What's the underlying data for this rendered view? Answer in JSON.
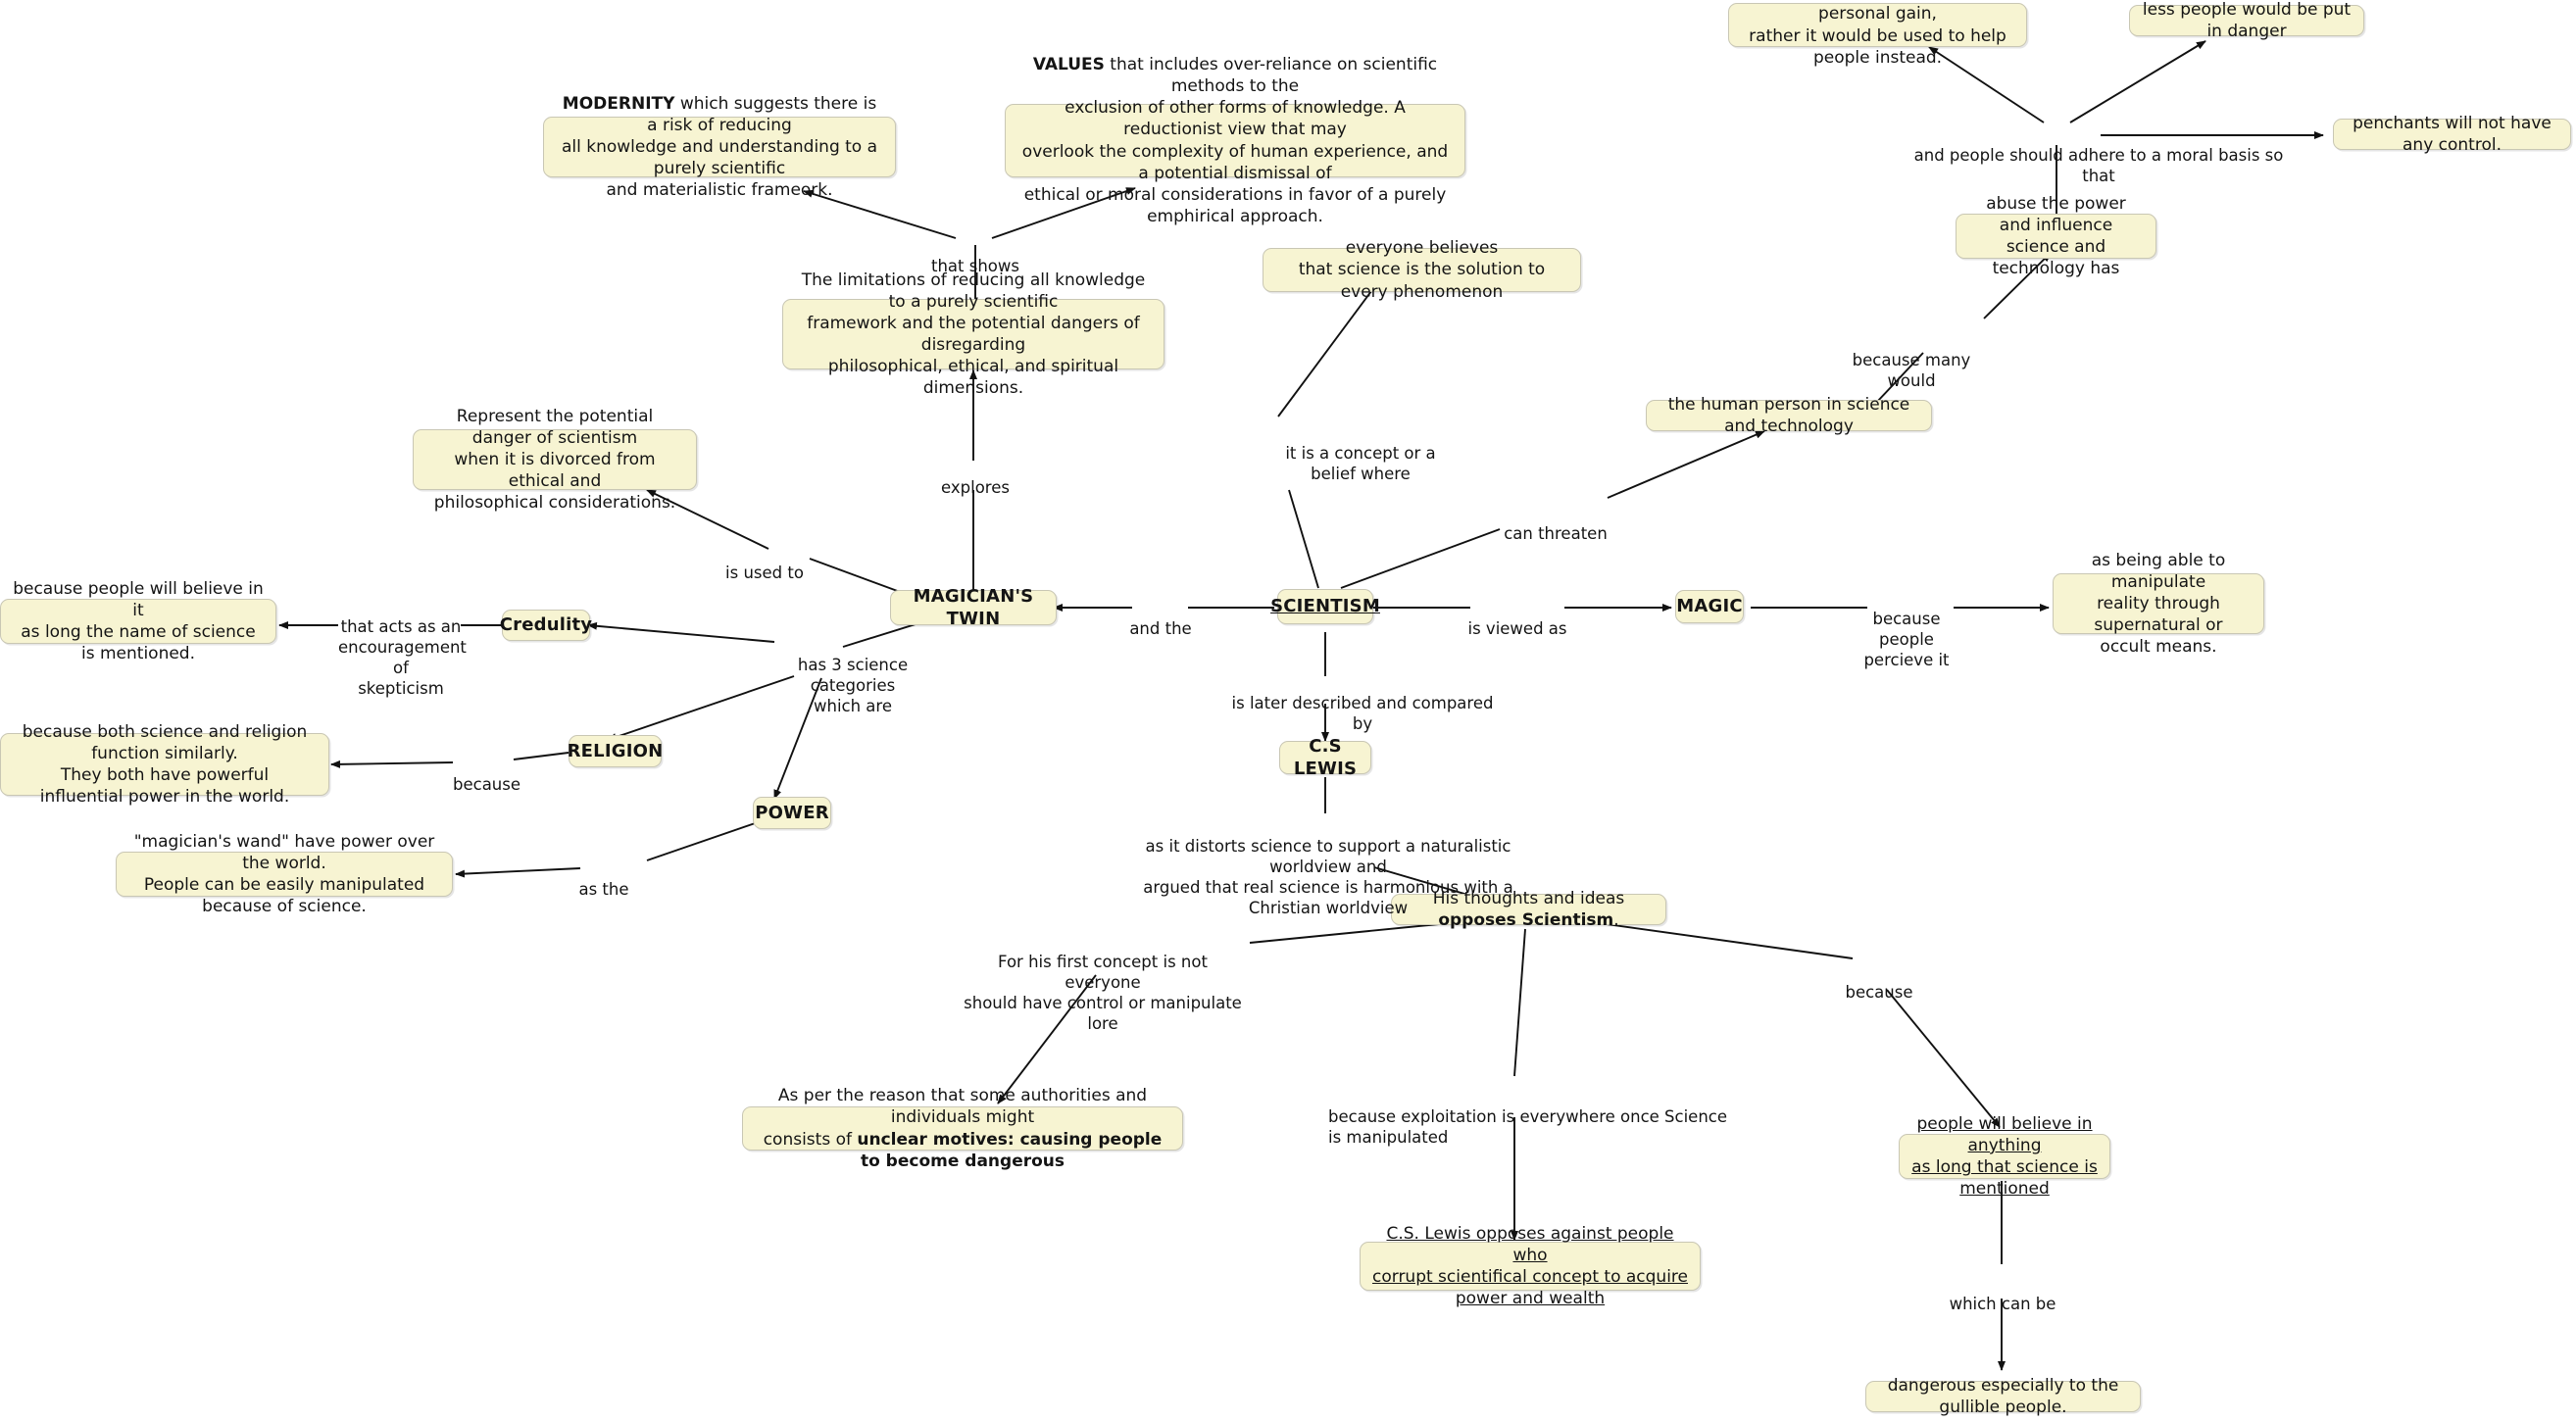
{
  "map": {
    "title": "Scientism concept map",
    "node_fill": "#f7f4d2",
    "node_border": "#c9c7b4",
    "edge_color": "#111111",
    "text_color": "#141414"
  },
  "nodes": [
    {
      "id": "modernity",
      "text": "MODERNITY which suggests there is a risk of reducing\nall knowledge and understanding to a purely scientific\nand materialistic frameork.",
      "bold_lead": "MODERNITY"
    },
    {
      "id": "values",
      "text": "VALUES that includes over-reliance on scientific methods to the\nexclusion of other forms of knowledge. A reductionist view that may\noverlook the complexity of human experience, and a potential dismissal of\nethical or moral considerations in favor of a purely emphirical approach.",
      "bold_lead": "VALUES"
    },
    {
      "id": "limitations",
      "text": "The limitations of reducing all knowledge to a purely scientific\nframework and the potential dangers of disregarding\nphilosophical, ethical, and spiritual dimensions."
    },
    {
      "id": "danger",
      "text": "Represent the potential danger of scientism\nwhen it is divorced from ethical and\nphilosophical considerations."
    },
    {
      "id": "everyone",
      "text": "everyone believes\nthat science is the solution to every phenomenon"
    },
    {
      "id": "science-not-abused",
      "text": "science would not be abused for personal gain,\nrather it would be used to help people instead."
    },
    {
      "id": "less-danger",
      "text": "less people would be put in danger"
    },
    {
      "id": "penchants",
      "text": "penchants will not have any control."
    },
    {
      "id": "abuse-power",
      "text": "abuse the power and influence\nscience and technology has"
    },
    {
      "id": "human-person",
      "text": "the human person in science and technology"
    },
    {
      "id": "magicians-twin",
      "text": "MAGICIAN'S TWIN",
      "style": "concept"
    },
    {
      "id": "scientism",
      "text": "SCIENTISM",
      "style": "concept underline-all"
    },
    {
      "id": "magic",
      "text": "MAGIC",
      "style": "concept"
    },
    {
      "id": "manipulate-reality",
      "text": "as being able to manipulate\nreality through supernatural or\noccult means."
    },
    {
      "id": "credulity",
      "text": "Credulity",
      "style": "concept"
    },
    {
      "id": "believe-science-mentioned",
      "text": "because people will believe in it\nas long the name of science is mentioned."
    },
    {
      "id": "religion",
      "text": "RELIGION",
      "style": "concept"
    },
    {
      "id": "function-similarly",
      "text": "because both science and religion function similarly.\nThey both have powerful\ninfluential power in the world."
    },
    {
      "id": "power",
      "text": "POWER",
      "style": "concept"
    },
    {
      "id": "magicians-wand",
      "text": "\"magician's wand\" have power over the world.\nPeople can be easily manipulated because of science."
    },
    {
      "id": "cs-lewis",
      "text": "C.S LEWIS",
      "style": "concept"
    },
    {
      "id": "his-thoughts",
      "text": "His thoughts and ideas opposes Scientism.",
      "bold_tail": "opposes Scientism"
    },
    {
      "id": "unclear-motives",
      "text": "As per the reason that some authorities and individuals might\nconsists of unclear motives: causing people to become dangerous",
      "bold_tail": "unclear motives: causing people to become dangerous"
    },
    {
      "id": "corrupt-concept",
      "text": "C.S. Lewis opposes against people who\ncorrupt scientifical concept to acquire power and wealth",
      "style": "underline-all"
    },
    {
      "id": "believe-anything",
      "text": "people will believe in anything\nas long that science is mentioned",
      "style": "underline-all"
    },
    {
      "id": "gullible",
      "text": "dangerous especially to the gullible people."
    }
  ],
  "edge_labels": [
    {
      "id": "that-shows",
      "text": "that shows"
    },
    {
      "id": "explores",
      "text": "explores"
    },
    {
      "id": "is-used-to",
      "text": "is used to"
    },
    {
      "id": "and-the",
      "text": "and the"
    },
    {
      "id": "is-viewed-as",
      "text": "is viewed as"
    },
    {
      "id": "because-people-percieve-it",
      "text": "because people\npercieve it"
    },
    {
      "id": "it-is-a-concept",
      "text": "it is a concept or a belief where"
    },
    {
      "id": "can-threaten",
      "text": "can threaten"
    },
    {
      "id": "because-many-would",
      "text": "because many would"
    },
    {
      "id": "moral-basis",
      "text": "and people should adhere to a moral basis so that"
    },
    {
      "id": "has-3-categories",
      "text": "has 3 science categories\nwhich are"
    },
    {
      "id": "that-acts-as-an",
      "text": "that acts as an\nencouragement of\nskepticism"
    },
    {
      "id": "because-religion",
      "text": "because"
    },
    {
      "id": "as-the",
      "text": "as the"
    },
    {
      "id": "is-later-described",
      "text": "is later described and compared by"
    },
    {
      "id": "as-it-distorts",
      "text": "as it distorts science to support a naturalistic worldview and\nargued that real science is harmonious with a Christian worldview"
    },
    {
      "id": "for-his-first-concept",
      "text": "For his first concept is not everyone\nshould have control or manipulate lore"
    },
    {
      "id": "because-exploitation",
      "text": "because exploitation is everywhere once Science is manipulated"
    },
    {
      "id": "because-right",
      "text": "because"
    },
    {
      "id": "which-can-be",
      "text": "which can be"
    }
  ]
}
